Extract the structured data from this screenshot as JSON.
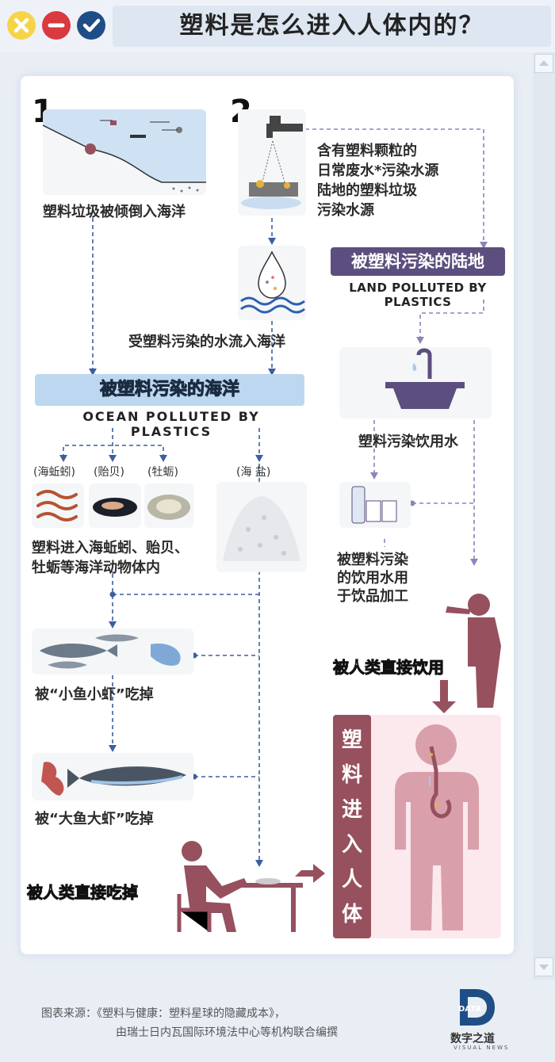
{
  "header": {
    "title": "塑料是怎么进入人体内的？",
    "buttons": [
      "close-icon",
      "minus-icon",
      "check-icon"
    ]
  },
  "colors": {
    "yellow": "#f5d547",
    "red": "#d9393f",
    "navy": "#1f4e86",
    "flow_blue": "#3b5fa0",
    "flow_purple": "#8d84b8",
    "human": "#96505e"
  },
  "section1": {
    "number": "1",
    "dump_caption": "塑料垃圾被倾倒入海洋"
  },
  "section2": {
    "number": "2",
    "sources": [
      "含有塑料颗粒的",
      "日常废水*污染水源",
      "陆地的塑料垃圾",
      "污染水源"
    ],
    "water_caption": "受塑料污染的水流入海洋"
  },
  "ocean": {
    "title": "被塑料污染的海洋",
    "subtitle": "OCEAN POLLUTED BY PLASTICS",
    "animals": [
      "(海蚯蚓)",
      "(贻贝)",
      "(牡蛎)"
    ],
    "salt_label": "(海 盐)",
    "animals_caption_1": "塑料进入海蚯蚓、贻贝、",
    "animals_caption_2": "牡蛎等海洋动物体内",
    "small_fish_caption": "被“小鱼小虾”吃掉",
    "big_fish_caption": "被“大鱼大虾”吃掉",
    "eat_caption": "被人类直接吃掉"
  },
  "land": {
    "title": "被塑料污染的陆地",
    "subtitle": "LAND POLLUTED BY PLASTICS",
    "drinking_caption": "塑料污染饮用水",
    "beverage_caption": [
      "被塑料污染",
      "的饮用水用",
      "于饮品加工"
    ],
    "drink_caption": "被人类直接饮用"
  },
  "body": {
    "vertical_text": [
      "塑",
      "料",
      "进",
      "入",
      "人",
      "体"
    ]
  },
  "footer": {
    "source_line1": "图表来源：《塑料与健康：塑料星球的隐藏成本》，",
    "source_line2": "由瑞士日内瓦国际环境法中心等机构联合编撰",
    "logo_text": "DATA",
    "brand": "数字之道",
    "brand_sub": "VISUAL NEWS"
  }
}
